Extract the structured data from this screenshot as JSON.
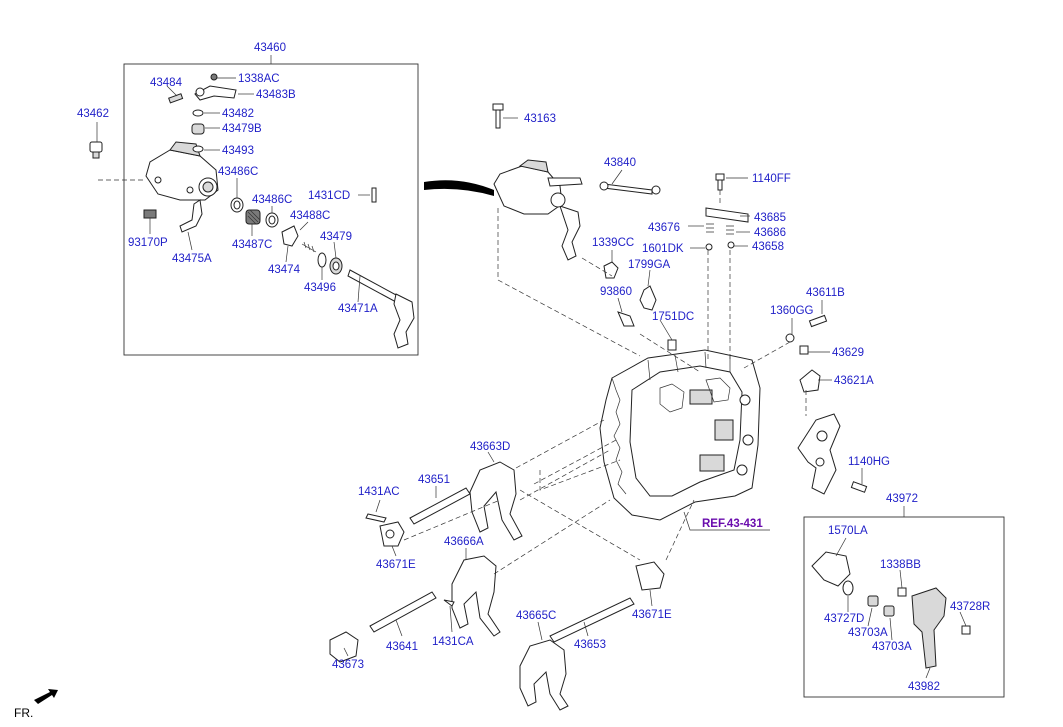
{
  "labels": {
    "p43460": "43460",
    "p43462": "43462",
    "p43484": "43484",
    "p1338AC": "1338AC",
    "p43483B": "43483B",
    "p43482": "43482",
    "p43479B": "43479B",
    "p43493": "43493",
    "p43486C_a": "43486C",
    "p43486C_b": "43486C",
    "p43488C": "43488C",
    "p1431CD": "1431CD",
    "p93170P": "93170P",
    "p43475A": "43475A",
    "p43487C": "43487C",
    "p43479": "43479",
    "p43474": "43474",
    "p43496": "43496",
    "p43471A": "43471A",
    "p43163": "43163",
    "p43840": "43840",
    "p1140FF": "1140FF",
    "p43685": "43685",
    "p43676": "43676",
    "p43686": "43686",
    "p1339CC": "1339CC",
    "p1601DK": "1601DK",
    "p43658": "43658",
    "p1799GA": "1799GA",
    "p93860": "93860",
    "p1751DC": "1751DC",
    "p43611B": "43611B",
    "p1360GG": "1360GG",
    "p43629": "43629",
    "p43621A": "43621A",
    "p1140HG": "1140HG",
    "p43972": "43972",
    "p43663D": "43663D",
    "p43651": "43651",
    "p1431AC": "1431AC",
    "p43671E_a": "43671E",
    "p43666A": "43666A",
    "p43665C": "43665C",
    "p43671E_b": "43671E",
    "p43641": "43641",
    "p1431CA": "1431CA",
    "p43653": "43653",
    "p43673": "43673",
    "p1570LA": "1570LA",
    "p1338BB": "1338BB",
    "p43727D": "43727D",
    "p43728R": "43728R",
    "p43703A_a": "43703A",
    "p43703A_b": "43703A",
    "p43982": "43982"
  },
  "reference": "REF.43-431",
  "direction": "FR."
}
